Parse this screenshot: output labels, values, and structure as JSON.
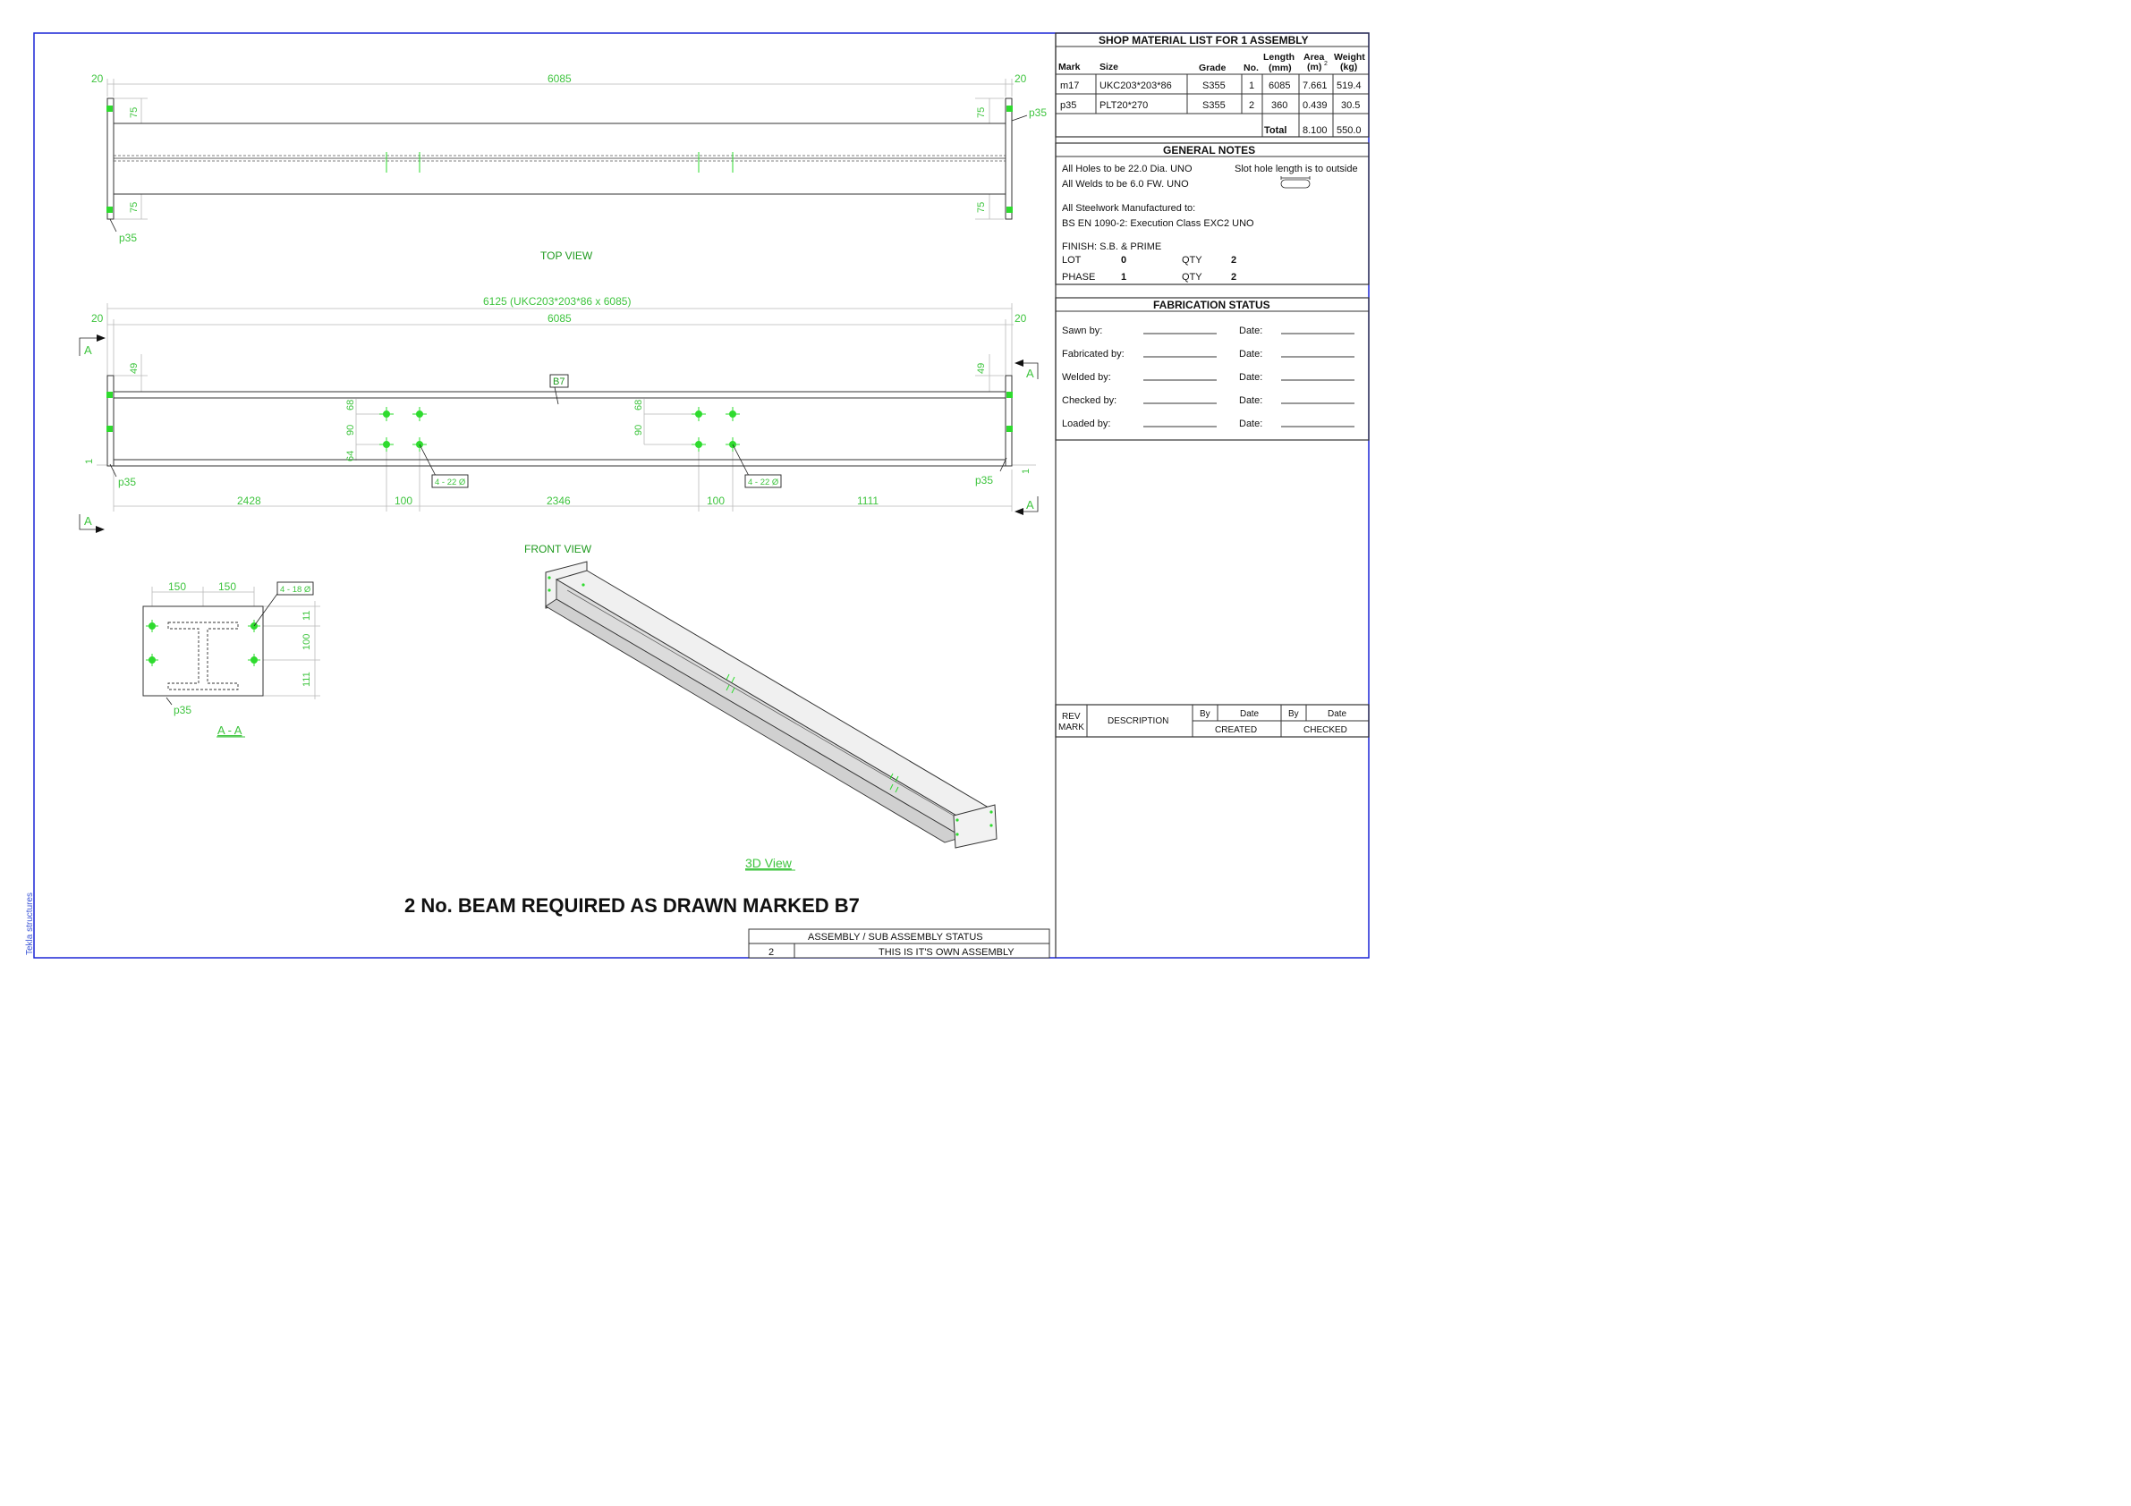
{
  "drawing": {
    "top_view": {
      "title": "TOP VIEW",
      "dim_left": "20",
      "dim_main": "6085",
      "dim_right": "20",
      "flange_left_top": "75",
      "flange_left_bottom": "75",
      "flange_right_top": "75",
      "flange_right_bottom": "75",
      "plate_label_left": "p35",
      "plate_label_right": "p35"
    },
    "front_view": {
      "title": "FRONT VIEW",
      "overall": "6125 (UKC203*203*86 x 6085)",
      "dim_left": "20",
      "dim_main": "6085",
      "dim_right": "20",
      "section_marker": "A",
      "mark": "B7",
      "dim_49_left": "49",
      "dim_49_right": "49",
      "dim_68": "68",
      "dim_90": "90",
      "dim_64": "64",
      "dim_1": "1",
      "holes_tag": "4 - 22 Ø",
      "plate_label_left": "p35",
      "plate_label_right": "p35",
      "bottom_dims": [
        "2428",
        "100",
        "2346",
        "100",
        "1111"
      ]
    },
    "section_aa": {
      "title": "A - A",
      "dim_150_a": "150",
      "dim_150_b": "150",
      "holes_tag": "4 - 18 Ø",
      "dim_11": "11",
      "dim_100": "100",
      "dim_111": "111",
      "plate_label": "p35"
    },
    "view_3d": {
      "title": "3D View"
    },
    "main_caption": "2 No. BEAM REQUIRED AS DRAWN MARKED B7",
    "assembly_status": {
      "header": "ASSEMBLY / SUB ASSEMBLY STATUS",
      "qty": "2",
      "text": "THIS IS IT'S OWN ASSEMBLY"
    },
    "side_label": "Tekla structures"
  },
  "material_list": {
    "title": "SHOP MATERIAL LIST FOR 1 ASSEMBLY",
    "headers": {
      "mark": "Mark",
      "size": "Size",
      "grade": "Grade",
      "no": "No.",
      "length_1": "Length",
      "length_2": "(mm)",
      "area_1": "Area",
      "area_2": "(m)",
      "area_sup": "2",
      "weight_1": "Weight",
      "weight_2": "(kg)"
    },
    "rows": [
      {
        "mark": "m17",
        "size": "UKC203*203*86",
        "grade": "S355",
        "no": "1",
        "length": "6085",
        "area": "7.661",
        "weight": "519.4"
      },
      {
        "mark": "p35",
        "size": "PLT20*270",
        "grade": "S355",
        "no": "2",
        "length": "360",
        "area": "0.439",
        "weight": "30.5"
      }
    ],
    "total_label": "Total",
    "total_area": "8.100",
    "total_weight": "550.0"
  },
  "general_notes": {
    "title": "GENERAL NOTES",
    "holes": "All Holes to be 22.0 Dia. UNO",
    "slot": "Slot hole length is to outside",
    "welds": "All Welds to be 6.0 FW. UNO",
    "manufactured": "All Steelwork Manufactured to:",
    "standard": "BS EN 1090-2: Execution Class EXC2 UNO",
    "finish": "FINISH:  S.B. & PRIME",
    "lot_label": "LOT",
    "lot_value": "0",
    "qty_label": "QTY",
    "qty_value": "2",
    "phase_label": "PHASE",
    "phase_value": "1",
    "qty2_label": "QTY",
    "qty2_value": "2"
  },
  "fabrication_status": {
    "title": "FABRICATION STATUS",
    "date_label": "Date:",
    "rows": [
      "Sawn by:",
      "Fabricated by:",
      "Welded by:",
      "Checked by:",
      "Loaded by:"
    ]
  },
  "revision_block": {
    "rev_mark_1": "REV",
    "rev_mark_2": "MARK",
    "description": "DESCRIPTION",
    "by_1": "By",
    "date_1": "Date",
    "by_2": "By",
    "date_2": "Date",
    "created": "CREATED",
    "checked": "CHECKED"
  },
  "colors": {
    "border": "#1a25d6",
    "dimension_green": "#3ec43e",
    "marker_green": "#2edb2e",
    "line": "#333333"
  }
}
